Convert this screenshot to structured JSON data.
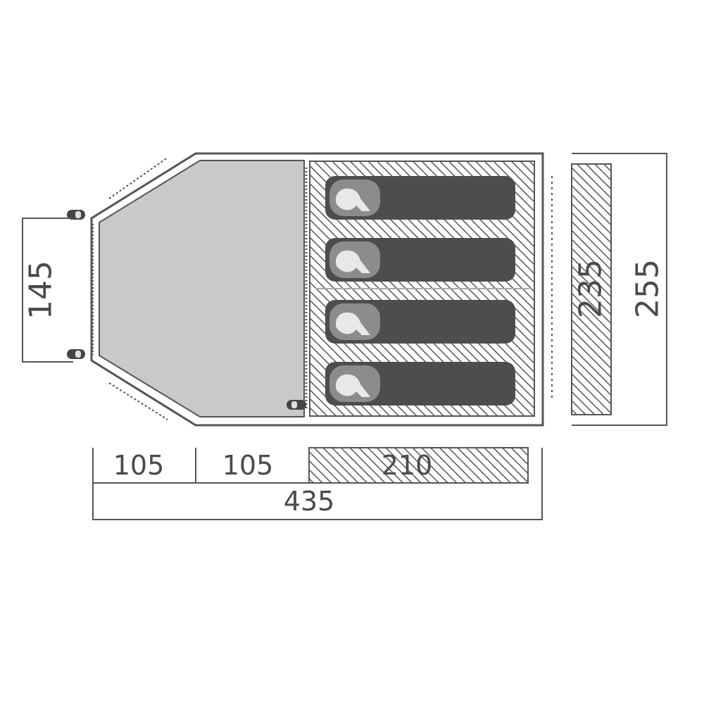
{
  "dimensions": {
    "vestibule_width": "105",
    "living_width": "105",
    "bedroom_length": "210",
    "total_length": "435",
    "door_height": "145",
    "bedroom_width": "235",
    "total_width": "255"
  },
  "sleeping_places": 4,
  "colors": {
    "outline": "#555555",
    "floor_fill": "#c9c9c9",
    "hatch_line": "#555555",
    "sleeping_bag": "#4d4d4d",
    "sleeping_bag_hood": "#8c8c8c",
    "face": "#e8e8e8",
    "text": "#4a4a4a"
  }
}
